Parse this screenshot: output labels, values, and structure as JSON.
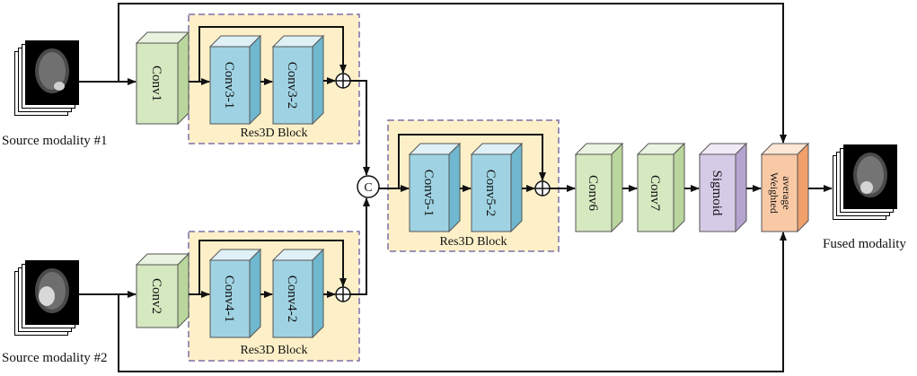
{
  "inputs": {
    "source1_label": "Source modality #1",
    "source2_label": "Source modality #2",
    "output_label": "Fused modality"
  },
  "layers": {
    "conv1": "Conv1",
    "conv2": "Conv2",
    "conv3_1": "Conv3-1",
    "conv3_2": "Conv3-2",
    "conv4_1": "Conv4-1",
    "conv4_2": "Conv4-2",
    "conv5_1": "Conv5-1",
    "conv5_2": "Conv5-2",
    "conv6": "Conv6",
    "conv7": "Conv7",
    "sigmoid": "Sigmoid",
    "weighted_line1": "Weighted",
    "weighted_line2": "average"
  },
  "blocks": {
    "res_block_top": "Res3D Block",
    "res_block_bottom": "Res3D Block",
    "res_block_mid": "Res3D Block"
  },
  "ops": {
    "concat_symbol": "C",
    "add_symbol": "⊕"
  },
  "colors": {
    "conv_green": "#d5e8c0",
    "conv_blue": "#9fd3e3",
    "sigmoid_purple": "#d6cbe6",
    "weighted_orange": "#f9c9a6",
    "res_block_fill": "#fdf0c8",
    "res_block_border": "#7e6fa8"
  }
}
